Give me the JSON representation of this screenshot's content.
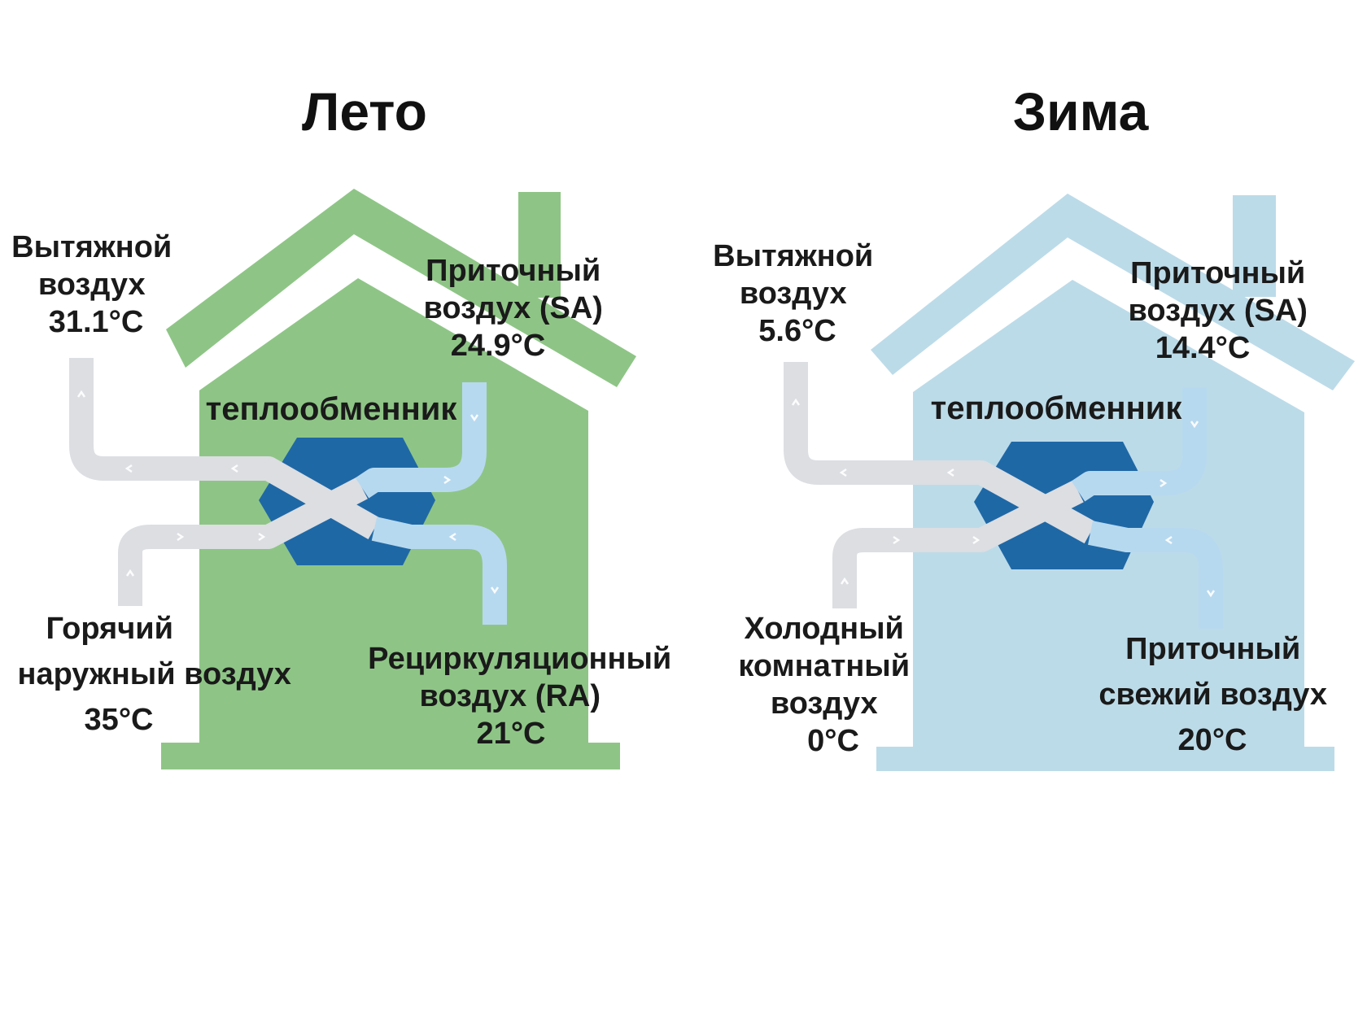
{
  "summer": {
    "title": "Лето",
    "color": "#8ec586",
    "exchanger_label": "теплообменник",
    "exhaust": [
      "Вытяжной",
      "воздух",
      "31.1°C"
    ],
    "supply": [
      "Приточный",
      "воздух (SA)",
      "24.9°C"
    ],
    "outdoor": [
      "Горячий",
      "наружный воздух",
      "35°C"
    ],
    "return": [
      "Рециркуляционный",
      "воздух (RA)",
      "21°C"
    ]
  },
  "winter": {
    "title": "Зима",
    "color": "#bcdbe9",
    "exchanger_label": "теплообменник",
    "exhaust": [
      "Вытяжной",
      "воздух",
      "5.6°C"
    ],
    "supply": [
      "Приточный",
      "воздух (SA)",
      "14.4°C"
    ],
    "outdoor": [
      "Холодный",
      "комнатный",
      "воздух",
      "0°C"
    ],
    "return": [
      "Приточный",
      "свежий воздух",
      "20°C"
    ]
  },
  "colors": {
    "exchanger": "#1f68a6",
    "duct_gray": "#dcdee2",
    "duct_blue": "#b7d9ef"
  }
}
